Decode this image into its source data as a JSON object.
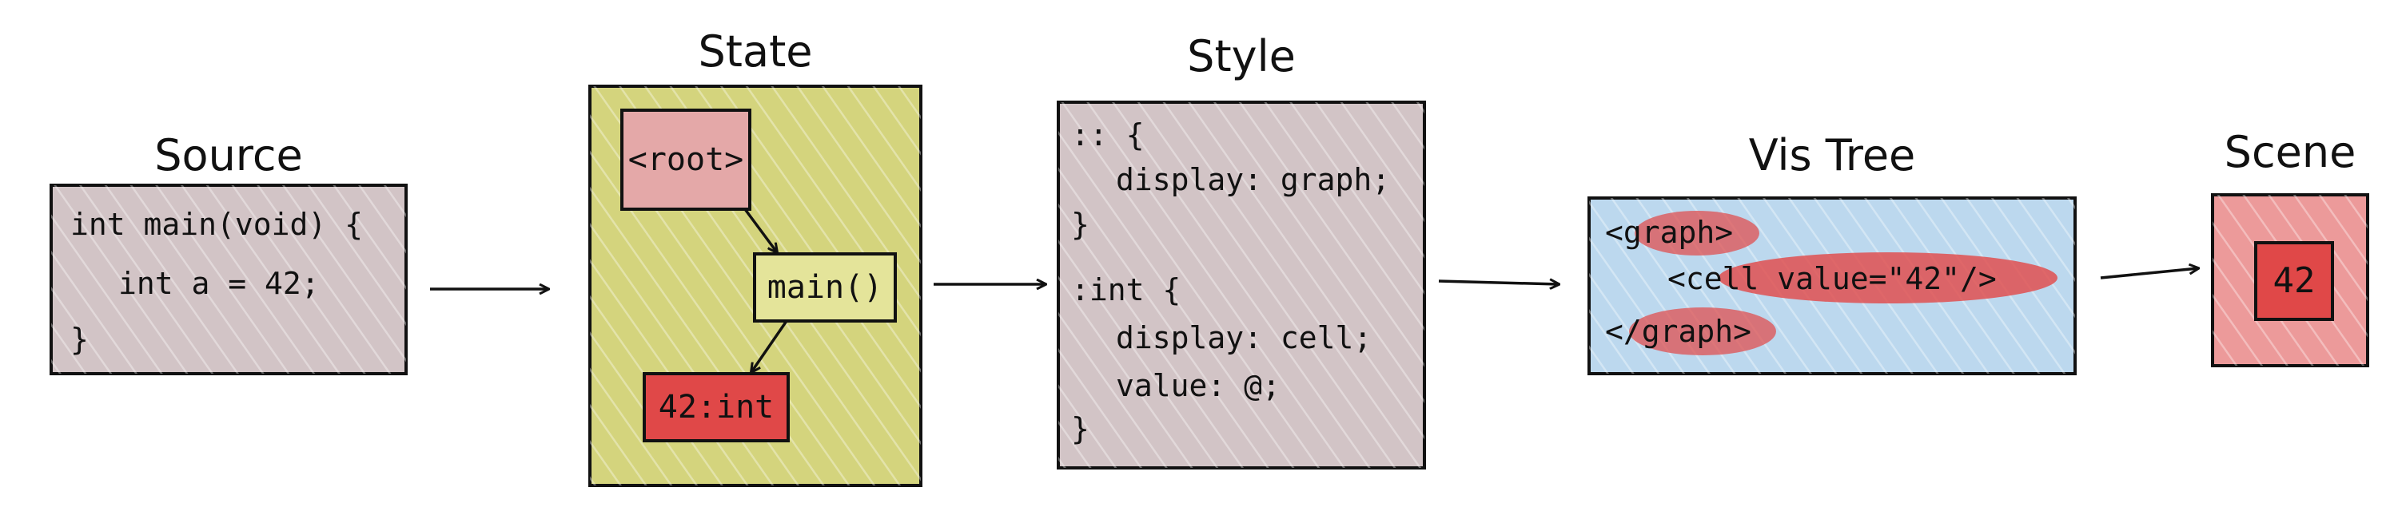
{
  "colors": {
    "panel_gray": "#d2c4c6",
    "state_bg": "#d4d47d",
    "node_pink": "#e4a8a8",
    "node_red": "#e04848",
    "node_yellow": "#e4e49a",
    "vis_blue": "#bcd8ee",
    "highlight_red": "#e05050",
    "scene_pink": "#ec9a9a",
    "ink": "#111111"
  },
  "diagram": {
    "source": {
      "title": "Source",
      "lines": [
        "int main(void) {",
        "int a = 42;",
        "}"
      ]
    },
    "state": {
      "title": "State",
      "nodes": [
        "<root>",
        "main()",
        "42:int"
      ]
    },
    "style": {
      "title": "Style",
      "lines": [
        ":: {",
        "display: graph;",
        "}",
        ":int {",
        "display: cell;",
        "value: @;",
        "}"
      ]
    },
    "vis_tree": {
      "title": "Vis Tree",
      "lines": [
        "<graph>",
        "<cell value=\"42\"/>",
        "</graph>"
      ]
    },
    "scene": {
      "title": "Scene",
      "value": "42"
    }
  }
}
